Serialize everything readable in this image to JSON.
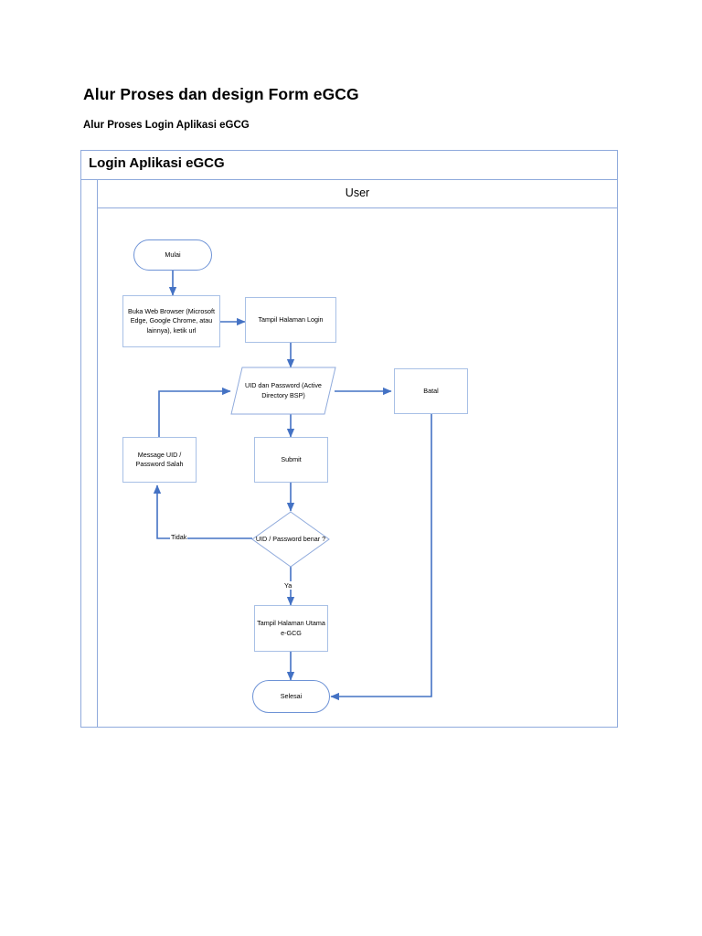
{
  "document": {
    "title": "Alur Proses dan design Form eGCG",
    "subtitle": "Alur Proses Login Aplikasi eGCG"
  },
  "diagram": {
    "pool_title": "Login Aplikasi eGCG",
    "lane_label": "User",
    "colors": {
      "shape_border": "#8FAADC",
      "connector": "#4472C4",
      "frame_border": "#8FAADC",
      "background": "#FFFFFF"
    },
    "nodes": [
      {
        "id": "mulai",
        "type": "terminator",
        "label": "Mulai"
      },
      {
        "id": "buka-web-browser",
        "type": "process",
        "label": "Buka Web Browser (Microsoft Edge, Google Chrome, atau lainnya), ketik url"
      },
      {
        "id": "tampil-halaman-login",
        "type": "process",
        "label": "Tampil Halaman Login"
      },
      {
        "id": "uid-password",
        "type": "data",
        "label": "UID dan Password (Active Directory BSP)"
      },
      {
        "id": "batal",
        "type": "process",
        "label": "Batal"
      },
      {
        "id": "message-uid-password-salah",
        "type": "process",
        "label": "Message UID / Password Salah"
      },
      {
        "id": "submit",
        "type": "process",
        "label": "Submit"
      },
      {
        "id": "uid-password-benar",
        "type": "decision",
        "label": "UID / Password benar ?"
      },
      {
        "id": "tampil-halaman-utama",
        "type": "process",
        "label": "Tampil Halaman Utama e-GCG"
      },
      {
        "id": "selesai",
        "type": "terminator",
        "label": "Selesai"
      }
    ],
    "edge_labels": {
      "tidak": "Tidak",
      "ya": "Ya"
    }
  }
}
